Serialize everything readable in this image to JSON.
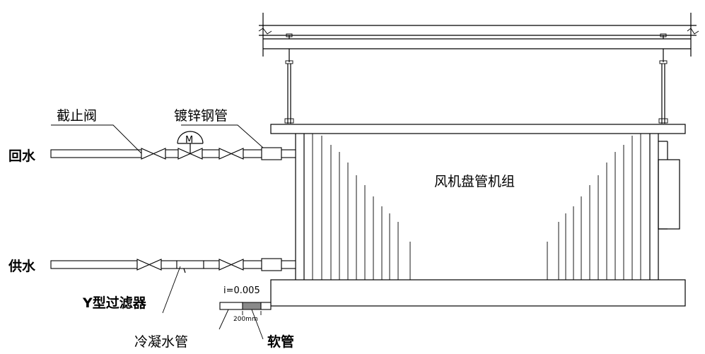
{
  "labels": {
    "return_water": "回水",
    "supply_water": "供水",
    "stop_valve": "截止阀",
    "galvanized_steel_pipe": "镀锌钢管",
    "motor_valve_mark": "M",
    "fan_coil_unit": "风机盘管机组",
    "y_strainer": "Y型过滤器",
    "condensate_pipe": "冷凝水管",
    "soft_pipe": "软管",
    "slope": "i=0.005",
    "hose_length": "200mm"
  }
}
